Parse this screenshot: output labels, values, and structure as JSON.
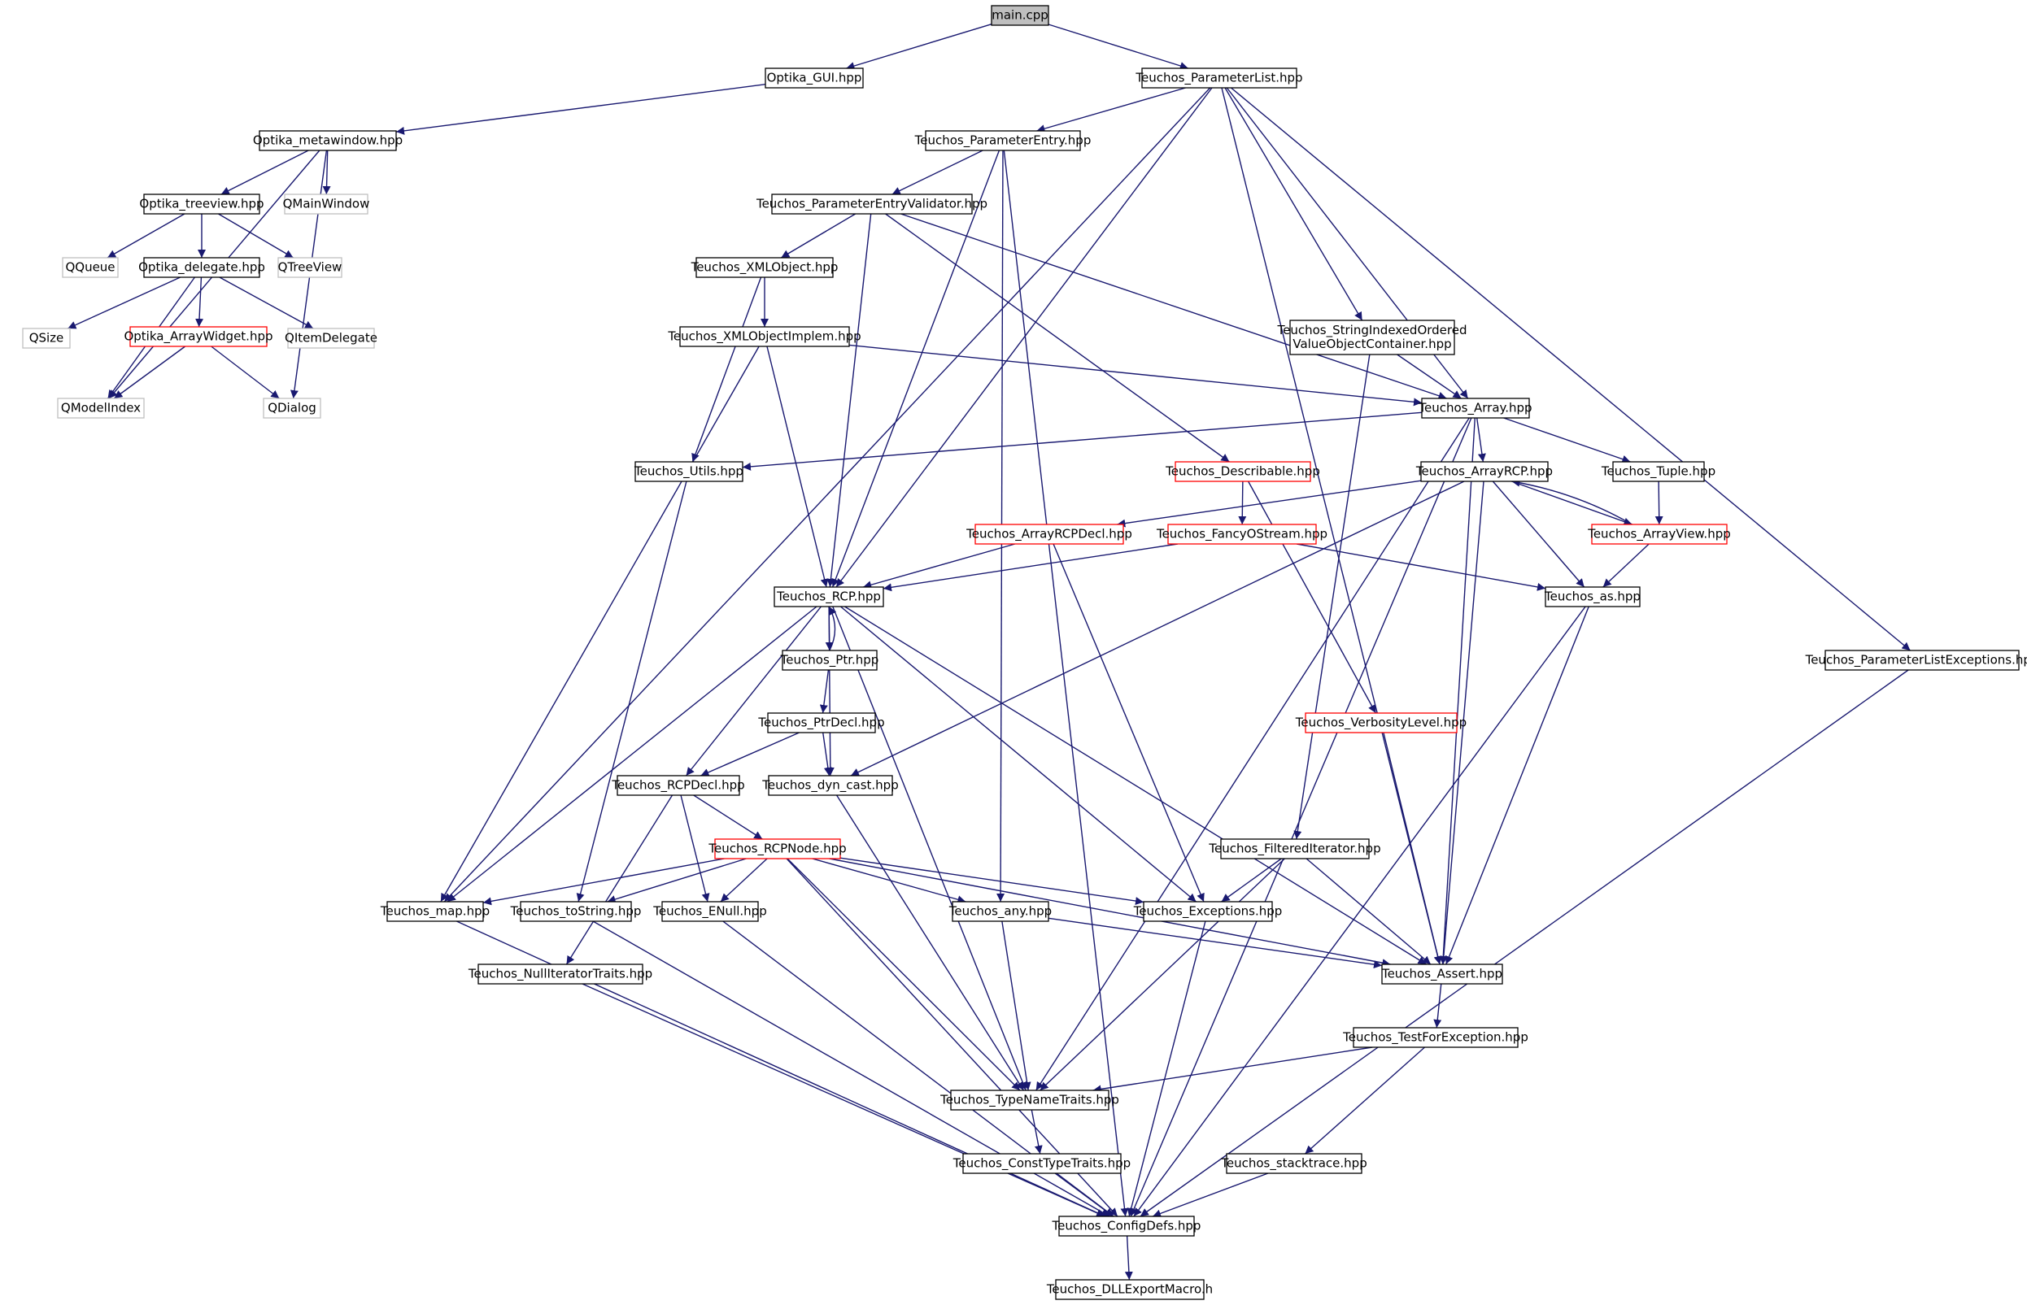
{
  "colors": {
    "edge": "#191970",
    "box_normal": "#000000",
    "box_red": "#ff0000",
    "box_external": "#bfbfbf",
    "root_fill": "#bfbfbf",
    "text": "#000000"
  },
  "nodes": [
    {
      "id": "main",
      "label": "main.cpp",
      "style": "root"
    },
    {
      "id": "optgui",
      "label": "Optika_GUI.hpp",
      "style": "normal"
    },
    {
      "id": "plist",
      "label": "Teuchos_ParameterList.hpp",
      "style": "normal"
    },
    {
      "id": "metawin",
      "label": "Optika_metawindow.hpp",
      "style": "normal"
    },
    {
      "id": "pentry",
      "label": "Teuchos_ParameterEntry.hpp",
      "style": "normal"
    },
    {
      "id": "treeview",
      "label": "Optika_treeview.hpp",
      "style": "normal"
    },
    {
      "id": "qmainwindow",
      "label": "QMainWindow",
      "style": "external"
    },
    {
      "id": "pevalid",
      "label": "Teuchos_ParameterEntryValidator.hpp",
      "style": "normal"
    },
    {
      "id": "qqueue",
      "label": "QQueue",
      "style": "external"
    },
    {
      "id": "delegate",
      "label": "Optika_delegate.hpp",
      "style": "normal"
    },
    {
      "id": "qtreeview",
      "label": "QTreeView",
      "style": "external"
    },
    {
      "id": "xmlobj",
      "label": "Teuchos_XMLObject.hpp",
      "style": "normal"
    },
    {
      "id": "qsize",
      "label": "QSize",
      "style": "external"
    },
    {
      "id": "arraywidget",
      "label": "Optika_ArrayWidget.hpp",
      "style": "red"
    },
    {
      "id": "qitemdelegate",
      "label": "QItemDelegate",
      "style": "external"
    },
    {
      "id": "xmlimpl",
      "label": "Teuchos_XMLObjectImplem.hpp",
      "style": "normal"
    },
    {
      "id": "strindexed",
      "label": [
        "Teuchos_StringIndexedOrdered",
        "ValueObjectContainer.hpp"
      ],
      "style": "normal"
    },
    {
      "id": "qmodelindex",
      "label": "QModelIndex",
      "style": "external"
    },
    {
      "id": "qdialog",
      "label": "QDialog",
      "style": "external"
    },
    {
      "id": "array",
      "label": "Teuchos_Array.hpp",
      "style": "normal"
    },
    {
      "id": "utils",
      "label": "Teuchos_Utils.hpp",
      "style": "normal"
    },
    {
      "id": "describable",
      "label": "Teuchos_Describable.hpp",
      "style": "red"
    },
    {
      "id": "arrayrcp",
      "label": "Teuchos_ArrayRCP.hpp",
      "style": "normal"
    },
    {
      "id": "tuple",
      "label": "Teuchos_Tuple.hpp",
      "style": "normal"
    },
    {
      "id": "arrayrcpdecl",
      "label": "Teuchos_ArrayRCPDecl.hpp",
      "style": "red"
    },
    {
      "id": "fancyostream",
      "label": "Teuchos_FancyOStream.hpp",
      "style": "red"
    },
    {
      "id": "arrayview",
      "label": "Teuchos_ArrayView.hpp",
      "style": "red"
    },
    {
      "id": "rcp",
      "label": "Teuchos_RCP.hpp",
      "style": "normal"
    },
    {
      "id": "as",
      "label": "Teuchos_as.hpp",
      "style": "normal"
    },
    {
      "id": "ptr",
      "label": "Teuchos_Ptr.hpp",
      "style": "normal"
    },
    {
      "id": "plistexc",
      "label": "Teuchos_ParameterListExceptions.hpp",
      "style": "normal"
    },
    {
      "id": "ptrdecl",
      "label": "Teuchos_PtrDecl.hpp",
      "style": "normal"
    },
    {
      "id": "verbosity",
      "label": "Teuchos_VerbosityLevel.hpp",
      "style": "red"
    },
    {
      "id": "rcpdecl",
      "label": "Teuchos_RCPDecl.hpp",
      "style": "normal"
    },
    {
      "id": "dyncast",
      "label": "Teuchos_dyn_cast.hpp",
      "style": "normal"
    },
    {
      "id": "rcpnode",
      "label": "Teuchos_RCPNode.hpp",
      "style": "red"
    },
    {
      "id": "filtered",
      "label": "Teuchos_FilteredIterator.hpp",
      "style": "normal"
    },
    {
      "id": "map",
      "label": "Teuchos_map.hpp",
      "style": "normal"
    },
    {
      "id": "tostring",
      "label": "Teuchos_toString.hpp",
      "style": "normal"
    },
    {
      "id": "enull",
      "label": "Teuchos_ENull.hpp",
      "style": "normal"
    },
    {
      "id": "any",
      "label": "Teuchos_any.hpp",
      "style": "normal"
    },
    {
      "id": "exceptions",
      "label": "Teuchos_Exceptions.hpp",
      "style": "normal"
    },
    {
      "id": "assert",
      "label": "Teuchos_Assert.hpp",
      "style": "normal"
    },
    {
      "id": "nulliter",
      "label": "Teuchos_NullIteratorTraits.hpp",
      "style": "normal"
    },
    {
      "id": "testexc",
      "label": "Teuchos_TestForException.hpp",
      "style": "normal"
    },
    {
      "id": "typename",
      "label": "Teuchos_TypeNameTraits.hpp",
      "style": "normal"
    },
    {
      "id": "consttype",
      "label": "Teuchos_ConstTypeTraits.hpp",
      "style": "normal"
    },
    {
      "id": "stacktrace",
      "label": "Teuchos_stacktrace.hpp",
      "style": "normal"
    },
    {
      "id": "configdefs",
      "label": "Teuchos_ConfigDefs.hpp",
      "style": "normal"
    },
    {
      "id": "dllexport",
      "label": "Teuchos_DLLExportMacro.h",
      "style": "normal"
    }
  ],
  "edges": [
    [
      "main",
      "optgui"
    ],
    [
      "main",
      "plist"
    ],
    [
      "optgui",
      "metawin"
    ],
    [
      "metawin",
      "treeview"
    ],
    [
      "metawin",
      "qmainwindow"
    ],
    [
      "metawin",
      "qmodelindex"
    ],
    [
      "metawin",
      "qdialog"
    ],
    [
      "treeview",
      "qqueue"
    ],
    [
      "treeview",
      "delegate"
    ],
    [
      "treeview",
      "qtreeview"
    ],
    [
      "delegate",
      "qsize"
    ],
    [
      "delegate",
      "arraywidget"
    ],
    [
      "delegate",
      "qitemdelegate"
    ],
    [
      "delegate",
      "qmodelindex"
    ],
    [
      "arraywidget",
      "qmodelindex"
    ],
    [
      "arraywidget",
      "qdialog"
    ],
    [
      "plist",
      "pentry"
    ],
    [
      "plist",
      "map"
    ],
    [
      "plist",
      "rcp"
    ],
    [
      "plist",
      "strindexed"
    ],
    [
      "plist",
      "array"
    ],
    [
      "plist",
      "assert"
    ],
    [
      "plist",
      "plistexc"
    ],
    [
      "pentry",
      "pevalid"
    ],
    [
      "pentry",
      "rcp"
    ],
    [
      "pentry",
      "any"
    ],
    [
      "pentry",
      "configdefs"
    ],
    [
      "pevalid",
      "xmlobj"
    ],
    [
      "pevalid",
      "rcp"
    ],
    [
      "pevalid",
      "describable"
    ],
    [
      "pevalid",
      "array"
    ],
    [
      "xmlobj",
      "xmlimpl"
    ],
    [
      "xmlobj",
      "utils"
    ],
    [
      "xmlimpl",
      "rcp"
    ],
    [
      "xmlimpl",
      "map"
    ],
    [
      "xmlimpl",
      "array"
    ],
    [
      "strindexed",
      "array"
    ],
    [
      "strindexed",
      "filtered"
    ],
    [
      "array",
      "utils"
    ],
    [
      "array",
      "arrayrcp"
    ],
    [
      "array",
      "tuple"
    ],
    [
      "array",
      "typename"
    ],
    [
      "array",
      "assert"
    ],
    [
      "array",
      "configdefs"
    ],
    [
      "utils",
      "tostring"
    ],
    [
      "describable",
      "fancyostream"
    ],
    [
      "describable",
      "verbosity"
    ],
    [
      "arrayrcp",
      "arrayrcpdecl"
    ],
    [
      "arrayrcp",
      "arrayview"
    ],
    [
      "arrayrcp",
      "as"
    ],
    [
      "arrayrcp",
      "dyncast"
    ],
    [
      "arrayrcp",
      "assert"
    ],
    [
      "tuple",
      "arrayview"
    ],
    [
      "arrayview",
      "arrayrcp"
    ],
    [
      "arrayview",
      "as"
    ],
    [
      "arrayrcpdecl",
      "rcp"
    ],
    [
      "arrayrcpdecl",
      "exceptions"
    ],
    [
      "fancyostream",
      "rcp"
    ],
    [
      "fancyostream",
      "as"
    ],
    [
      "as",
      "assert"
    ],
    [
      "as",
      "configdefs"
    ],
    [
      "rcp",
      "ptr"
    ],
    [
      "rcp",
      "rcpdecl"
    ],
    [
      "rcp",
      "dyncast"
    ],
    [
      "rcp",
      "map"
    ],
    [
      "rcp",
      "exceptions"
    ],
    [
      "rcp",
      "typename"
    ],
    [
      "rcp",
      "assert"
    ],
    [
      "ptr",
      "rcp"
    ],
    [
      "ptr",
      "ptrdecl"
    ],
    [
      "ptrdecl",
      "rcpdecl"
    ],
    [
      "ptrdecl",
      "dyncast"
    ],
    [
      "rcpdecl",
      "rcpnode"
    ],
    [
      "rcpdecl",
      "enull"
    ],
    [
      "rcpdecl",
      "nulliter"
    ],
    [
      "rcpnode",
      "map"
    ],
    [
      "rcpnode",
      "tostring"
    ],
    [
      "rcpnode",
      "enull"
    ],
    [
      "rcpnode",
      "any"
    ],
    [
      "rcpnode",
      "exceptions"
    ],
    [
      "rcpnode",
      "assert"
    ],
    [
      "rcpnode",
      "typename"
    ],
    [
      "rcpnode",
      "configdefs"
    ],
    [
      "dyncast",
      "typename"
    ],
    [
      "verbosity",
      "assert"
    ],
    [
      "filtered",
      "exceptions"
    ],
    [
      "filtered",
      "assert"
    ],
    [
      "filtered",
      "typename"
    ],
    [
      "map",
      "configdefs"
    ],
    [
      "tostring",
      "configdefs"
    ],
    [
      "enull",
      "configdefs"
    ],
    [
      "any",
      "assert"
    ],
    [
      "any",
      "typename"
    ],
    [
      "exceptions",
      "configdefs"
    ],
    [
      "assert",
      "testexc"
    ],
    [
      "nulliter",
      "configdefs"
    ],
    [
      "testexc",
      "typename"
    ],
    [
      "testexc",
      "stacktrace"
    ],
    [
      "typename",
      "consttype"
    ],
    [
      "consttype",
      "configdefs"
    ],
    [
      "stacktrace",
      "configdefs"
    ],
    [
      "plistexc",
      "configdefs"
    ],
    [
      "configdefs",
      "dllexport"
    ]
  ]
}
